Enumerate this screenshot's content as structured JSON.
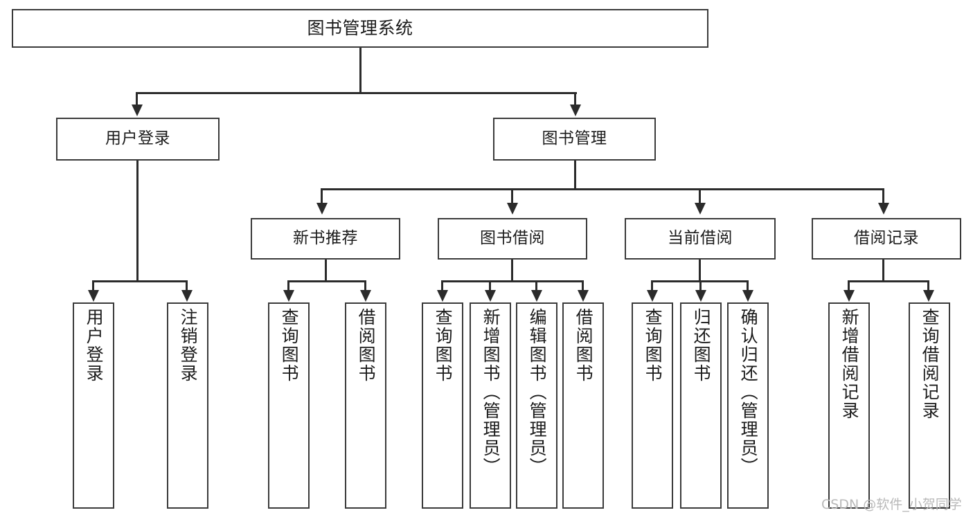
{
  "diagram": {
    "title": "图书管理系统",
    "type": "hierarchy-tree",
    "root": {
      "id": "root",
      "label": "图书管理系统"
    },
    "level2": [
      {
        "id": "user-login",
        "label": "用户登录"
      },
      {
        "id": "book-management",
        "label": "图书管理"
      }
    ],
    "level3": [
      {
        "id": "new-book-recommend",
        "label": "新书推荐"
      },
      {
        "id": "book-borrow",
        "label": "图书借阅"
      },
      {
        "id": "current-borrow",
        "label": "当前借阅"
      },
      {
        "id": "borrow-record",
        "label": "借阅记录"
      }
    ],
    "leaves": {
      "user_login": [
        {
          "id": "leaf-user-login",
          "label": "用户登录"
        },
        {
          "id": "leaf-user-logout",
          "label": "注销登录"
        }
      ],
      "new_book_recommend": [
        {
          "id": "leaf-query-book-1",
          "label": "查询图书"
        },
        {
          "id": "leaf-borrow-book-1",
          "label": "借阅图书"
        }
      ],
      "book_borrow": [
        {
          "id": "leaf-query-book-2",
          "label": "查询图书"
        },
        {
          "id": "leaf-add-book",
          "label": "新增图书（管理员）"
        },
        {
          "id": "leaf-edit-book",
          "label": "编辑图书（管理员）"
        },
        {
          "id": "leaf-borrow-book-2",
          "label": "借阅图书"
        }
      ],
      "current_borrow": [
        {
          "id": "leaf-query-book-3",
          "label": "查询图书"
        },
        {
          "id": "leaf-return-book",
          "label": "归还图书"
        },
        {
          "id": "leaf-confirm-return",
          "label": "确认归还（管理员）"
        }
      ],
      "borrow_record": [
        {
          "id": "leaf-add-record",
          "label": "新增借阅记录"
        },
        {
          "id": "leaf-query-record",
          "label": "查询借阅记录"
        }
      ]
    }
  },
  "watermark": {
    "text": "CSDN @软件_小贺同学",
    "color": "#b9b9b9"
  },
  "style": {
    "box_border_color": "#3a3a3a",
    "connector_color": "#2b2b2b",
    "text_color": "#1b1b1b",
    "background": "#ffffff"
  }
}
